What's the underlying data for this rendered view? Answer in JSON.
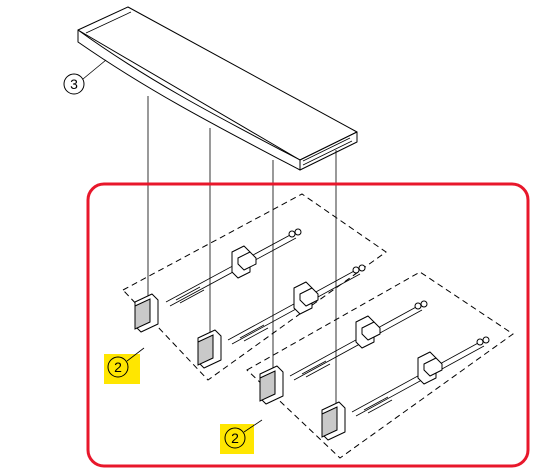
{
  "callouts": {
    "top_part": "3",
    "group_upper": "2",
    "group_lower": "2"
  },
  "colors": {
    "highlight_box": "#e8172b",
    "callout_highlight": "#ffe600",
    "line": "#000000"
  }
}
